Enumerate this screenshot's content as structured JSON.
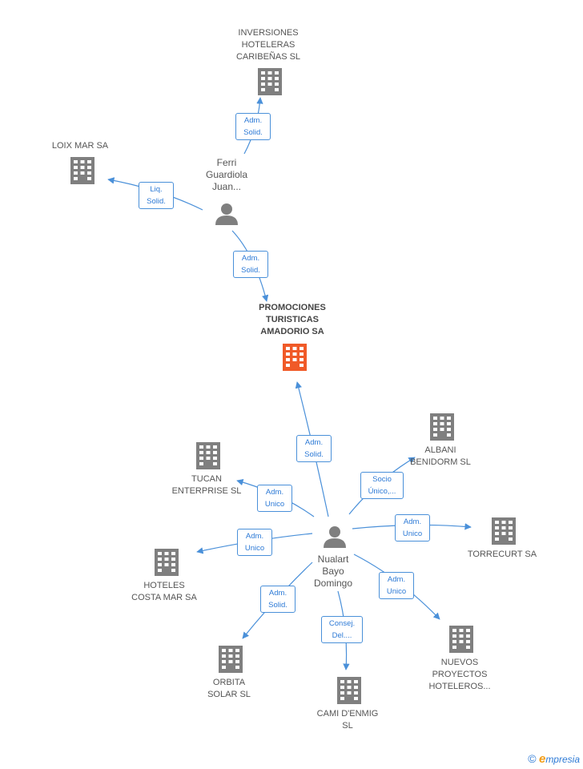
{
  "colors": {
    "edge": "#4a90d9",
    "company": "#7f7f7f",
    "center": "#f05a28",
    "role_text": "#2d7ad6",
    "person": "#7f7f7f"
  },
  "center": {
    "lines": [
      "PROMOCIONES",
      "TURISTICAS",
      "AMADORIO SA"
    ]
  },
  "companies": {
    "inversiones": {
      "lines": [
        "INVERSIONES",
        "HOTELERAS",
        "CARIBEÑAS  SL"
      ]
    },
    "loix": {
      "lines": [
        "LOIX MAR SA"
      ]
    },
    "tucan": {
      "lines": [
        "TUCAN",
        "ENTERPRISE  SL"
      ]
    },
    "albani": {
      "lines": [
        "ALBANI",
        "BENIDORM SL"
      ]
    },
    "torrecurt": {
      "lines": [
        "TORRECURT SA"
      ]
    },
    "hoteles": {
      "lines": [
        "HOTELES",
        "COSTA MAR SA"
      ]
    },
    "nuevos": {
      "lines": [
        "NUEVOS",
        "PROYECTOS",
        "HOTELEROS..."
      ]
    },
    "orbita": {
      "lines": [
        "ORBITA",
        "SOLAR  SL"
      ]
    },
    "cami": {
      "lines": [
        "CAMI D'ENMIG",
        "SL"
      ]
    }
  },
  "persons": {
    "ferri": {
      "lines": [
        "Ferri",
        "Guardiola",
        "Juan..."
      ]
    },
    "nualart": {
      "lines": [
        "Nualart",
        "Bayo",
        "Domingo"
      ]
    }
  },
  "roles": {
    "r1": [
      "Adm.",
      "Solid."
    ],
    "r2": [
      "Liq.",
      "Solid."
    ],
    "r3": [
      "Adm.",
      "Solid."
    ],
    "r4": [
      "Adm.",
      "Solid."
    ],
    "r5": [
      "Socio",
      "Único,..."
    ],
    "r6": [
      "Adm.",
      "Unico"
    ],
    "r7": [
      "Adm.",
      "Unico"
    ],
    "r8": [
      "Adm.",
      "Unico"
    ],
    "r9": [
      "Adm.",
      "Unico"
    ],
    "r10": [
      "Adm.",
      "Solid."
    ],
    "r11": [
      "Consej.",
      "Del...."
    ]
  },
  "footer": {
    "copyright": "©",
    "brand_e": "e",
    "brand_rest": "mpresia"
  }
}
